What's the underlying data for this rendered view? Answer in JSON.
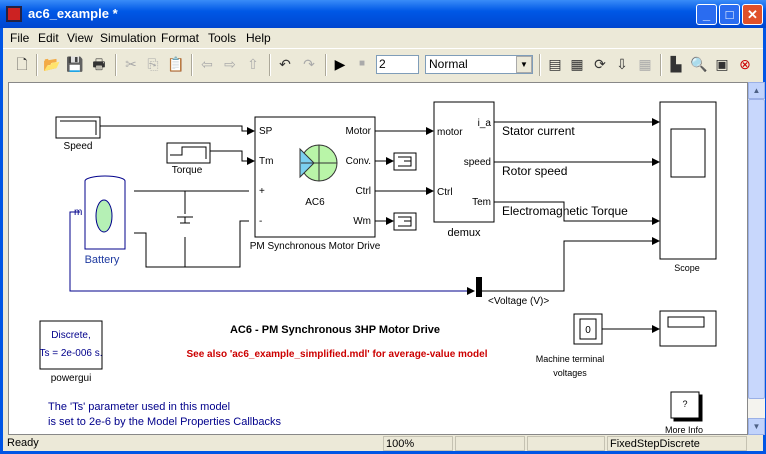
{
  "window": {
    "title": "ac6_example *"
  },
  "menu": [
    "File",
    "Edit",
    "View",
    "Simulation",
    "Format",
    "Tools",
    "Help"
  ],
  "toolbar": {
    "stop_time": "2",
    "sim_mode": "Normal"
  },
  "diagram": {
    "speed": "Speed",
    "torque": "Torque",
    "battery": "Battery",
    "battery_port": "m",
    "drive": {
      "name": "PM Synchronous Motor Drive",
      "center": "AC6",
      "in": [
        "SP",
        "Tm",
        "+",
        "-"
      ],
      "out": [
        "Motor",
        "Conv.",
        "Ctrl",
        "Wm"
      ]
    },
    "demux": {
      "name": "demux",
      "in": [
        "motor",
        "Ctrl"
      ],
      "out": [
        "i_a",
        "speed",
        "Tem"
      ]
    },
    "signals": [
      "Stator current",
      "Rotor speed",
      "Electromagnetic Torque",
      "<Voltage (V)>"
    ],
    "scope": "Scope",
    "powergui": {
      "line1": "Discrete,",
      "line2": "Ts = 2e-006 s.",
      "name": "powergui"
    },
    "title": "AC6 - PM Synchronous 3HP Motor Drive",
    "see_also": "See also 'ac6_example_simplified.mdl' for average-value model",
    "display": {
      "value": "0",
      "name1": "Machine terminal",
      "name2": "voltages"
    },
    "more_info": {
      "glyph": "?",
      "name": "More Info"
    },
    "note1": "The 'Ts' parameter used in this model",
    "note2": "is set to 2e-6  by the Model Properties Callbacks"
  },
  "status": {
    "state": "Ready",
    "zoom": "100%",
    "solver": "FixedStepDiscrete"
  }
}
